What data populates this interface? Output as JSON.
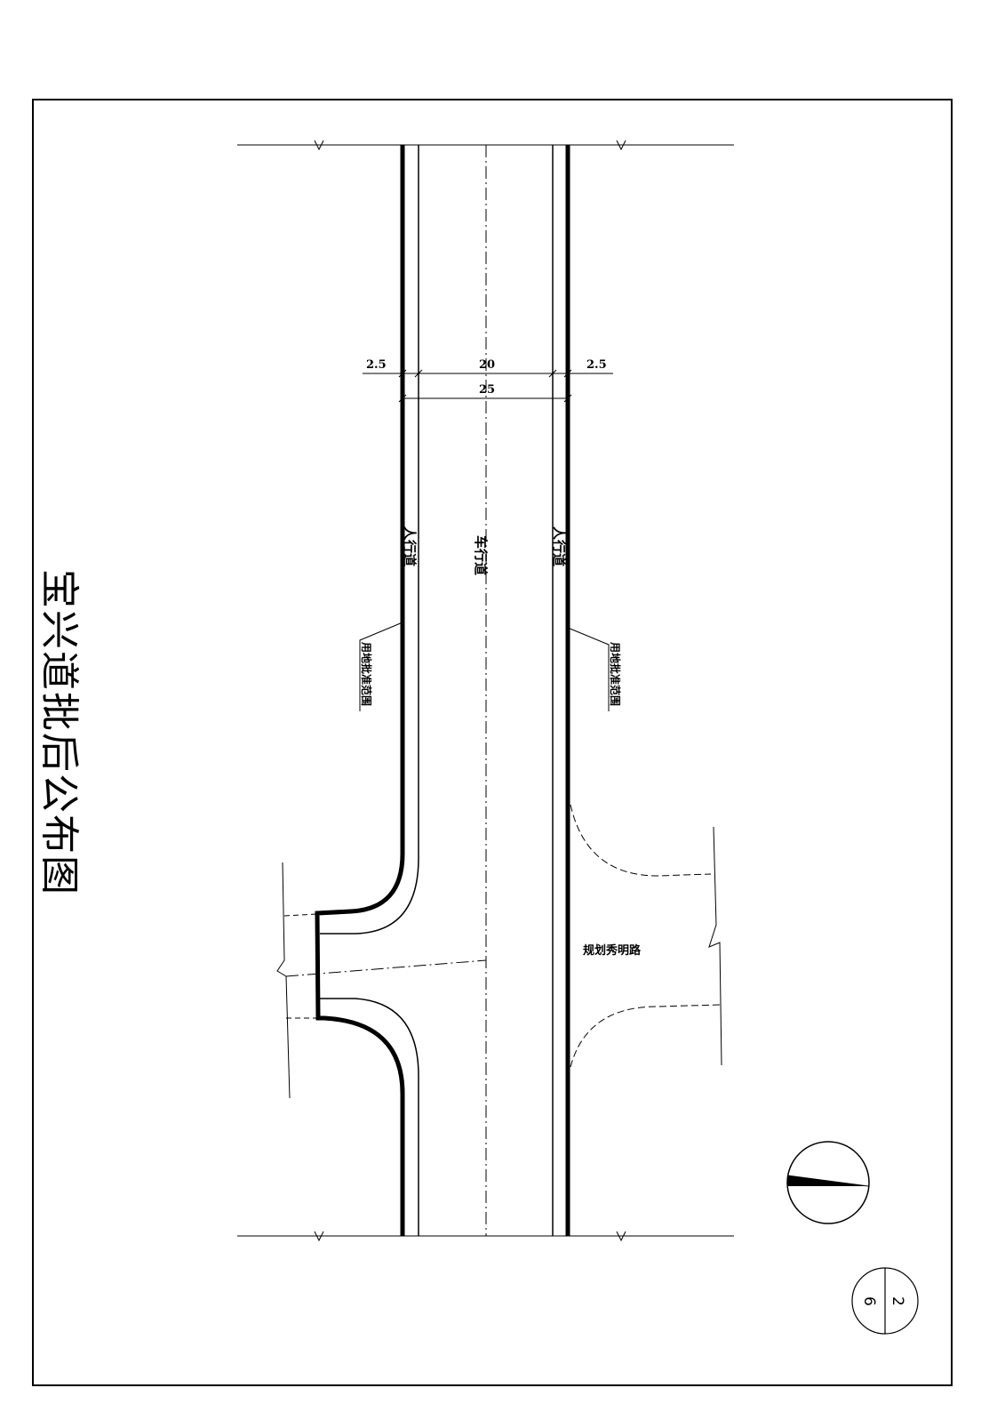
{
  "title": "宝兴道批后公布图",
  "dimensions": {
    "left_sidewalk": "2.5",
    "carriageway": "20",
    "right_sidewalk": "2.5",
    "total": "25"
  },
  "labels": {
    "left_sidewalk": "人行道",
    "carriageway": "车行道",
    "right_sidewalk": "人行道",
    "land_boundary_left": "用地批准范围",
    "land_boundary_right": "用地批准范围",
    "planned_road": "规划秀明路"
  },
  "sheet": {
    "number": "2",
    "total": "6"
  },
  "colors": {
    "line": "#000000",
    "background": "#ffffff"
  }
}
